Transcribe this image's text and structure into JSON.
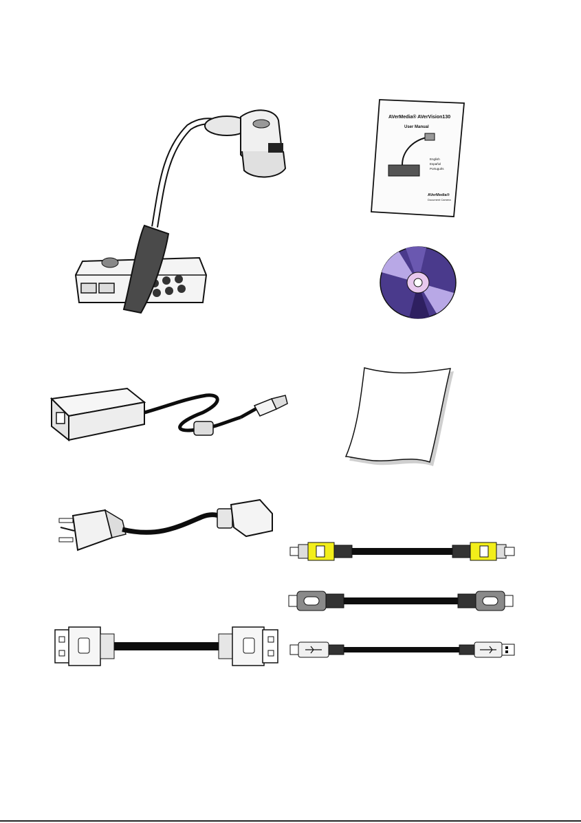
{
  "manual": {
    "brand_line": "AVerMedia® AVerVision130",
    "title": "User Manual",
    "languages": [
      "English",
      "Español",
      "Português"
    ],
    "footer_brand": "AVerMedia®",
    "footer_sub": "Document Camera"
  },
  "colors": {
    "outline": "#111111",
    "rca_plug": "#f2ee1a",
    "cable": "#0d0d0d",
    "cd_dark": "#4a3a8c",
    "cd_light": "#b8a8e6",
    "cd_hub": "#e8c8ee"
  },
  "items": [
    {
      "name": "document-camera",
      "icon": "document-camera-illustration"
    },
    {
      "name": "user-manual",
      "icon": "user-manual-booklet"
    },
    {
      "name": "software-cd",
      "icon": "cd-disc"
    },
    {
      "name": "power-adapter",
      "icon": "ac-adapter"
    },
    {
      "name": "warranty-card",
      "icon": "paper-sheet"
    },
    {
      "name": "power-cord",
      "icon": "ac-power-cord"
    },
    {
      "name": "rca-video-cable",
      "icon": "rca-cable"
    },
    {
      "name": "svideo-cable",
      "icon": "svideo-cable"
    },
    {
      "name": "vga-cable",
      "icon": "vga-cable"
    },
    {
      "name": "usb-cable",
      "icon": "usb-cable"
    }
  ]
}
